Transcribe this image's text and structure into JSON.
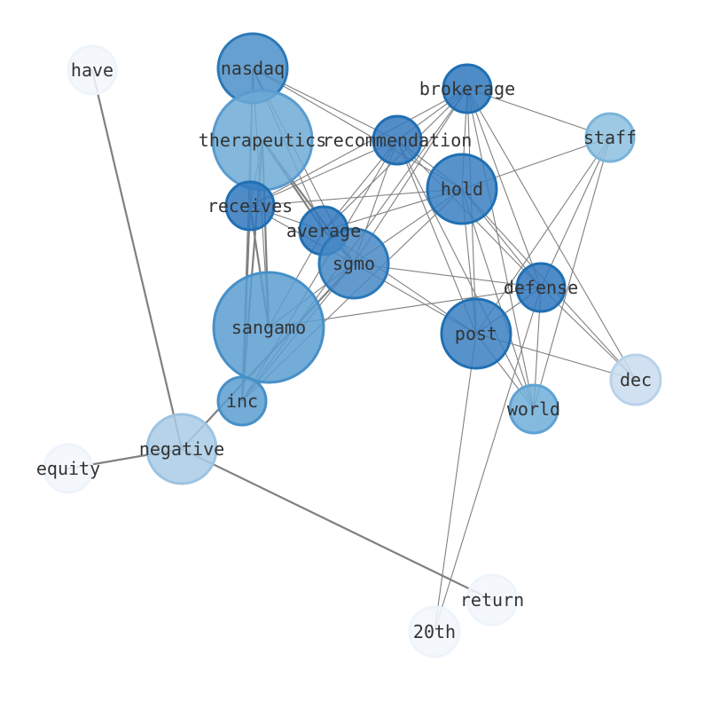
{
  "colors": {
    "edge": "#808080",
    "node_stroke_dark": "#1f6fb4",
    "label": "#333333"
  },
  "nodes": [
    {
      "id": "nasdaq",
      "label": "nasdaq",
      "fill": "#4a8fc8",
      "stroke": "#2a78b8"
    },
    {
      "id": "therapeutics",
      "label": "therapeutics",
      "fill": "#6daad6",
      "stroke": "#5a9ccf"
    },
    {
      "id": "brokerage",
      "label": "brokerage",
      "fill": "#2f78bd",
      "stroke": "#1f6fb4"
    },
    {
      "id": "recommendation",
      "label": "recommendation",
      "fill": "#3479bd",
      "stroke": "#1f6fb4"
    },
    {
      "id": "staff",
      "label": "staff",
      "fill": "#8dc0e0",
      "stroke": "#7ab4da"
    },
    {
      "id": "hold",
      "label": "hold",
      "fill": "#3a7fc1",
      "stroke": "#1f6fb4"
    },
    {
      "id": "receives",
      "label": "receives",
      "fill": "#3078bd",
      "stroke": "#1f6fb4"
    },
    {
      "id": "average",
      "label": "average",
      "fill": "#3078bd",
      "stroke": "#1f6fb4"
    },
    {
      "id": "sgmo",
      "label": "sgmo",
      "fill": "#4688c6",
      "stroke": "#2a78b8"
    },
    {
      "id": "defense",
      "label": "defense",
      "fill": "#3078bd",
      "stroke": "#1f6fb4"
    },
    {
      "id": "sangamo",
      "label": "sangamo",
      "fill": "#5a9dd0",
      "stroke": "#4690c8"
    },
    {
      "id": "post",
      "label": "post",
      "fill": "#3a7fc1",
      "stroke": "#1f6fb4"
    },
    {
      "id": "dec",
      "label": "dec",
      "fill": "#cadcee",
      "stroke": "#b8d2ea"
    },
    {
      "id": "inc",
      "label": "inc",
      "fill": "#5a9dd0",
      "stroke": "#4690c8"
    },
    {
      "id": "world",
      "label": "world",
      "fill": "#70aed9",
      "stroke": "#5fa2d3"
    },
    {
      "id": "have",
      "label": "have",
      "fill": "#f2f7fc",
      "stroke": "#eef4fb"
    },
    {
      "id": "negative",
      "label": "negative",
      "fill": "#a9cbe5",
      "stroke": "#9dc3e2"
    },
    {
      "id": "equity",
      "label": "equity",
      "fill": "#f2f7fc",
      "stroke": "#eef4fb"
    },
    {
      "id": "return",
      "label": "return",
      "fill": "#f2f7fc",
      "stroke": "#eef4fb"
    },
    {
      "id": "20th",
      "label": "20th",
      "fill": "#f2f7fc",
      "stroke": "#eef4fb"
    }
  ],
  "edges": [
    {
      "source": "have",
      "target": "negative",
      "weight": 2
    },
    {
      "source": "equity",
      "target": "negative",
      "weight": 2
    },
    {
      "source": "negative",
      "target": "return",
      "weight": 2
    },
    {
      "source": "negative",
      "target": "sgmo",
      "weight": 2
    },
    {
      "source": "nasdaq",
      "target": "receives",
      "weight": 1
    },
    {
      "source": "nasdaq",
      "target": "average",
      "weight": 1
    },
    {
      "source": "nasdaq",
      "target": "sgmo",
      "weight": 1
    },
    {
      "source": "nasdaq",
      "target": "sangamo",
      "weight": 1
    },
    {
      "source": "nasdaq",
      "target": "inc",
      "weight": 1
    },
    {
      "source": "nasdaq",
      "target": "recommendation",
      "weight": 1
    },
    {
      "source": "nasdaq",
      "target": "hold",
      "weight": 1
    },
    {
      "source": "therapeutics",
      "target": "receives",
      "weight": 1
    },
    {
      "source": "therapeutics",
      "target": "average",
      "weight": 2
    },
    {
      "source": "therapeutics",
      "target": "sgmo",
      "weight": 2
    },
    {
      "source": "therapeutics",
      "target": "sangamo",
      "weight": 2
    },
    {
      "source": "therapeutics",
      "target": "inc",
      "weight": 2
    },
    {
      "source": "receives",
      "target": "sangamo",
      "weight": 2
    },
    {
      "source": "receives",
      "target": "inc",
      "weight": 2
    },
    {
      "source": "receives",
      "target": "average",
      "weight": 1
    },
    {
      "source": "receives",
      "target": "sgmo",
      "weight": 1
    },
    {
      "source": "receives",
      "target": "hold",
      "weight": 1
    },
    {
      "source": "receives",
      "target": "recommendation",
      "weight": 1
    },
    {
      "source": "receives",
      "target": "brokerage",
      "weight": 1
    },
    {
      "source": "average",
      "target": "sgmo",
      "weight": 1
    },
    {
      "source": "average",
      "target": "recommendation",
      "weight": 1
    },
    {
      "source": "average",
      "target": "brokerage",
      "weight": 1
    },
    {
      "source": "average",
      "target": "hold",
      "weight": 1
    },
    {
      "source": "average",
      "target": "sangamo",
      "weight": 1
    },
    {
      "source": "average",
      "target": "post",
      "weight": 1
    },
    {
      "source": "sgmo",
      "target": "inc",
      "weight": 1
    },
    {
      "source": "sgmo",
      "target": "sangamo",
      "weight": 1
    },
    {
      "source": "sgmo",
      "target": "recommendation",
      "weight": 1
    },
    {
      "source": "sgmo",
      "target": "brokerage",
      "weight": 1
    },
    {
      "source": "sgmo",
      "target": "hold",
      "weight": 1
    },
    {
      "source": "sgmo",
      "target": "defense",
      "weight": 1
    },
    {
      "source": "sgmo",
      "target": "post",
      "weight": 1
    },
    {
      "source": "sangamo",
      "target": "defense",
      "weight": 1
    },
    {
      "source": "inc",
      "target": "recommendation",
      "weight": 1
    },
    {
      "source": "inc",
      "target": "brokerage",
      "weight": 1
    },
    {
      "source": "inc",
      "target": "hold",
      "weight": 1
    },
    {
      "source": "brokerage",
      "target": "staff",
      "weight": 1
    },
    {
      "source": "brokerage",
      "target": "recommendation",
      "weight": 1
    },
    {
      "source": "brokerage",
      "target": "hold",
      "weight": 1
    },
    {
      "source": "brokerage",
      "target": "defense",
      "weight": 1
    },
    {
      "source": "brokerage",
      "target": "post",
      "weight": 1
    },
    {
      "source": "brokerage",
      "target": "world",
      "weight": 1
    },
    {
      "source": "brokerage",
      "target": "dec",
      "weight": 1
    },
    {
      "source": "recommendation",
      "target": "hold",
      "weight": 1
    },
    {
      "source": "recommendation",
      "target": "defense",
      "weight": 1
    },
    {
      "source": "recommendation",
      "target": "post",
      "weight": 1
    },
    {
      "source": "recommendation",
      "target": "world",
      "weight": 1
    },
    {
      "source": "staff",
      "target": "hold",
      "weight": 1
    },
    {
      "source": "staff",
      "target": "defense",
      "weight": 1
    },
    {
      "source": "staff",
      "target": "post",
      "weight": 1
    },
    {
      "source": "staff",
      "target": "world",
      "weight": 1
    },
    {
      "source": "hold",
      "target": "defense",
      "weight": 1
    },
    {
      "source": "hold",
      "target": "post",
      "weight": 1
    },
    {
      "source": "hold",
      "target": "world",
      "weight": 1
    },
    {
      "source": "hold",
      "target": "dec",
      "weight": 1
    },
    {
      "source": "defense",
      "target": "post",
      "weight": 1
    },
    {
      "source": "defense",
      "target": "world",
      "weight": 1
    },
    {
      "source": "defense",
      "target": "dec",
      "weight": 1
    },
    {
      "source": "defense",
      "target": "20th",
      "weight": 1
    },
    {
      "source": "post",
      "target": "world",
      "weight": 1
    },
    {
      "source": "post",
      "target": "dec",
      "weight": 1
    },
    {
      "source": "post",
      "target": "20th",
      "weight": 1
    }
  ]
}
